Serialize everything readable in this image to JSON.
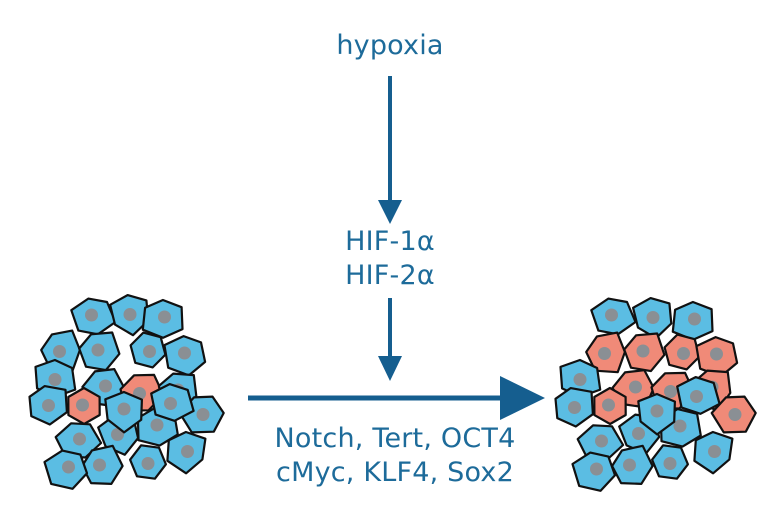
{
  "diagram": {
    "input_label": "hypoxia",
    "factors": [
      "HIF-1α",
      "HIF-2α"
    ],
    "genes": [
      "Notch, Tert, OCT4",
      "cMyc, KLF4, Sox2"
    ]
  },
  "colors": {
    "arrow": "#155e8f",
    "text": "#1d6b9a",
    "normal_cell": "#5bbde3",
    "stem_cell": "#f08a78",
    "nucleus": "#8a8f94",
    "outline": "#111111"
  },
  "clusters": [
    {
      "name": "left-cell-cluster",
      "stem_count": 2,
      "normal_count": 21
    },
    {
      "name": "right-cell-cluster",
      "stem_count": 9,
      "normal_count": 14
    }
  ]
}
